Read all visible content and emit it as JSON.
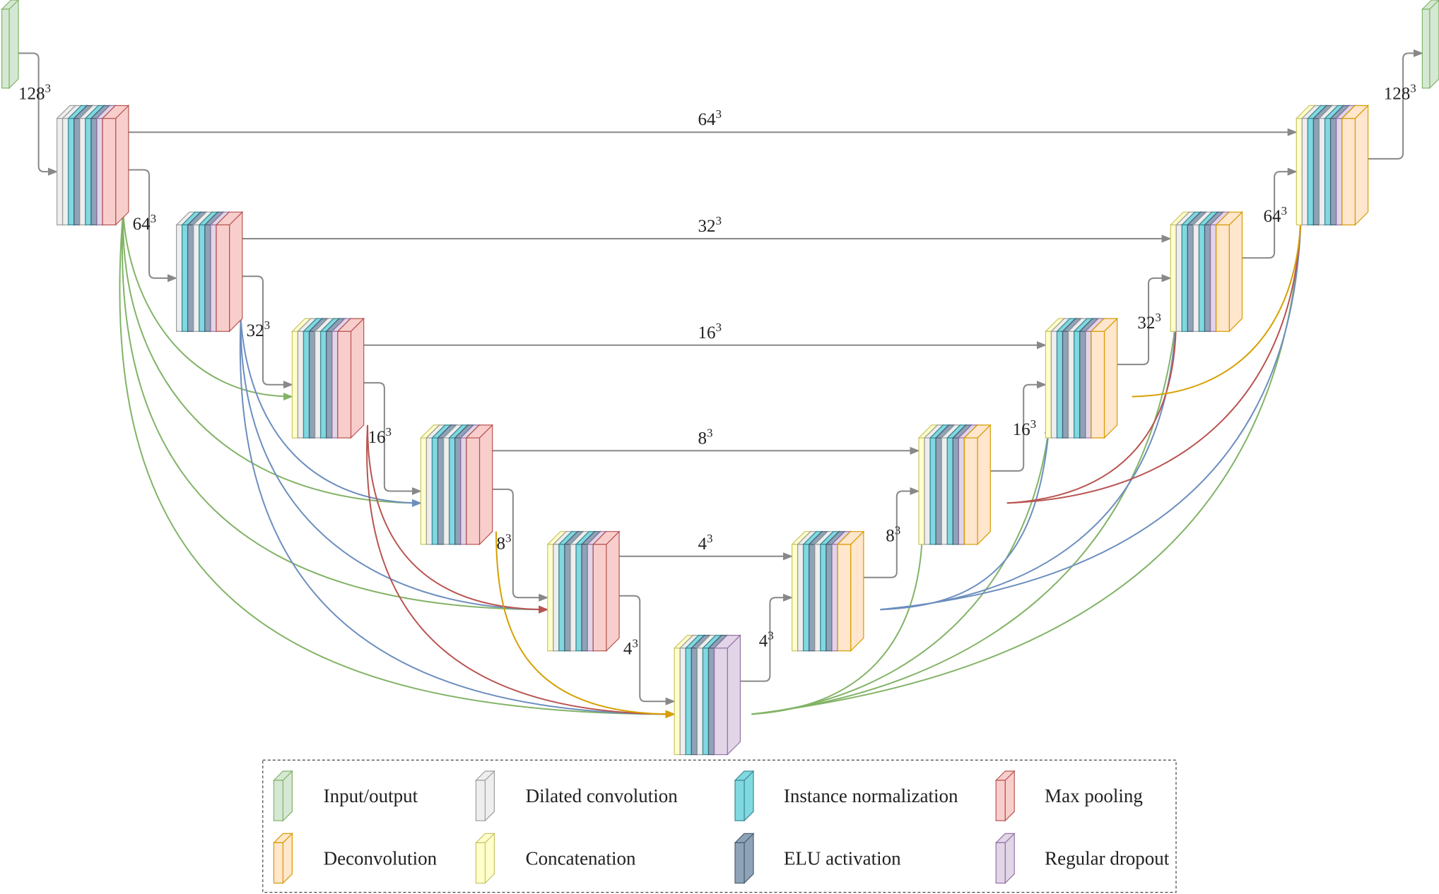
{
  "diagram": {
    "layer_types": {
      "io": {
        "label": "Input/output",
        "face": "#d5e8d4",
        "stroke": "#82b366"
      },
      "deconv": {
        "label": "Deconvolution",
        "face": "#ffe6cc",
        "stroke": "#d79b00"
      },
      "dilconv": {
        "label": "Dilated convolution",
        "face": "#eeeeee",
        "stroke": "#9e9e9e"
      },
      "concat": {
        "label": "Concatenation",
        "face": "#ffffcc",
        "stroke": "#c9c466"
      },
      "inorm": {
        "label": "Instance normalization",
        "face": "#80d8e0",
        "stroke": "#3a8a93"
      },
      "elu": {
        "label": "ELU activation",
        "face": "#8ea3b7",
        "stroke": "#4c5f73"
      },
      "maxpool": {
        "label": "Max pooling",
        "face": "#f8cecc",
        "stroke": "#b85450"
      },
      "dropout": {
        "label": "Regular dropout",
        "face": "#e1d5e7",
        "stroke": "#9673a6"
      }
    },
    "legend_order": [
      "io",
      "dilconv",
      "inorm",
      "maxpool",
      "deconv",
      "concat",
      "elu",
      "dropout"
    ],
    "edge_colors": {
      "gray": "#888888",
      "green": "#82b366",
      "blue": "#6c8ebf",
      "red": "#b85450",
      "gold": "#d6a000"
    },
    "size_labels": {
      "in_res": "128",
      "out_res": "128",
      "enc1_down": "64",
      "enc2_down": "32",
      "enc3_down": "16",
      "enc4_down": "8",
      "enc5_down": "4",
      "bottleneck_up": "4",
      "dec1_up": "8",
      "dec2_up": "16",
      "dec3_up": "32",
      "dec4_up": "64",
      "skip1": "64",
      "skip2": "32",
      "skip3": "16",
      "skip4": "8",
      "skip5": "4",
      "exponent": "3"
    }
  }
}
